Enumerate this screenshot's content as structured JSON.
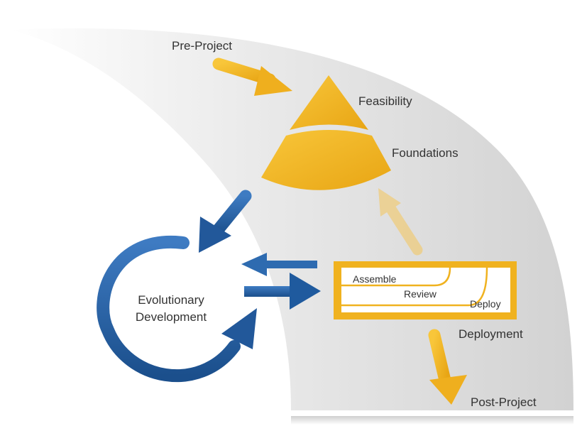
{
  "labels": {
    "pre_project": "Pre-Project",
    "feasibility": "Feasibility",
    "foundations": "Foundations",
    "evolutionary_line1": "Evolutionary",
    "evolutionary_line2": "Development",
    "assemble": "Assemble",
    "review": "Review",
    "deploy": "Deploy",
    "deployment": "Deployment",
    "post_project": "Post-Project"
  },
  "colors": {
    "gold": "#F0B21F",
    "gold_light": "#F6D58A",
    "blue": "#1F5A9E",
    "blue_light": "#3E7BC2",
    "gray_band": "#D9D9D9",
    "text": "#333333"
  }
}
